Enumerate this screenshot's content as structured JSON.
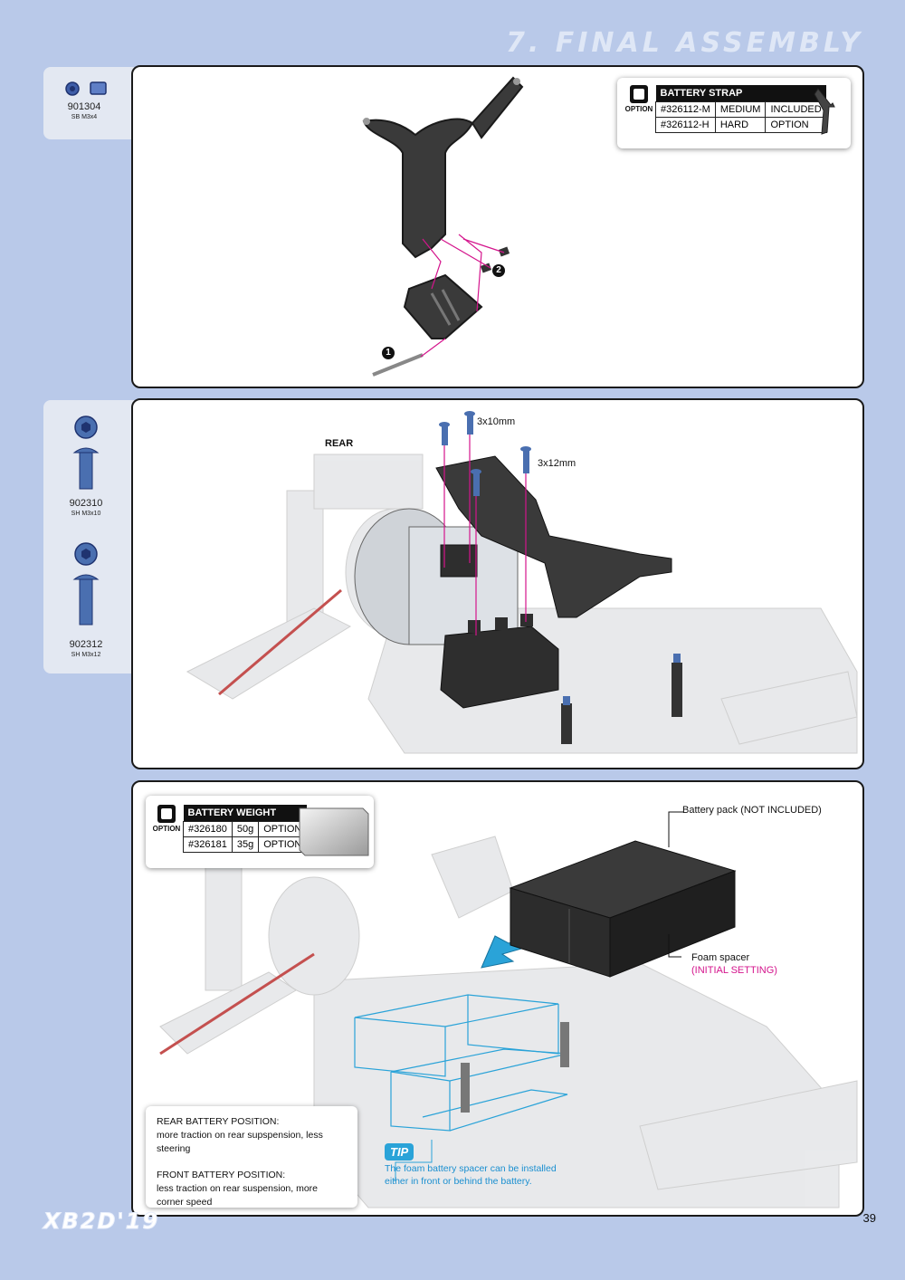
{
  "header": {
    "section_title": "7. FINAL ASSEMBLY"
  },
  "steps": [
    {
      "parts": [
        {
          "code": "901304",
          "desc": "SB M3x4",
          "icon": "set-screw-icon"
        }
      ],
      "markers": [
        "1",
        "2"
      ],
      "option": {
        "icon_label": "OPTION",
        "title": "BATTERY STRAP",
        "rows": [
          [
            "#326112-M",
            "MEDIUM",
            "INCLUDED"
          ],
          [
            "#326112-H",
            "HARD",
            "OPTION"
          ]
        ]
      }
    },
    {
      "parts": [
        {
          "code": "902310",
          "desc": "SH M3x10",
          "icon": "hex-screw-icon"
        },
        {
          "code": "902312",
          "desc": "SH M3x12",
          "icon": "hex-screw-icon"
        }
      ],
      "rear_label": "REAR",
      "screw_labels": [
        "3x10mm",
        "3x12mm"
      ]
    },
    {
      "option": {
        "icon_label": "OPTION",
        "title": "BATTERY WEIGHT",
        "rows": [
          [
            "#326180",
            "50g",
            "OPTION"
          ],
          [
            "#326181",
            "35g",
            "OPTION"
          ]
        ]
      },
      "battery_label": "Battery pack (NOT INCLUDED)",
      "foam_label": "Foam spacer",
      "foam_note": "(INITIAL SETTING)",
      "info": {
        "rear_title": "REAR BATTERY POSITION:",
        "rear_text": "more traction on rear supspension, less steering",
        "front_title": "FRONT BATTERY POSITION:",
        "front_text": "less traction on rear suspension, more corner speed"
      },
      "tip": {
        "badge": "TIP",
        "line1": "The foam battery spacer can be installed",
        "line2": "either in front or behind the battery."
      }
    }
  ],
  "footer": {
    "logo": "XB2D'19",
    "page_number": "39"
  },
  "colors": {
    "page_bg": "#b9c9e9",
    "accent_magenta": "#d4148c",
    "tip_blue": "#2aa3d8",
    "screw_blue": "#4a6fb0"
  }
}
